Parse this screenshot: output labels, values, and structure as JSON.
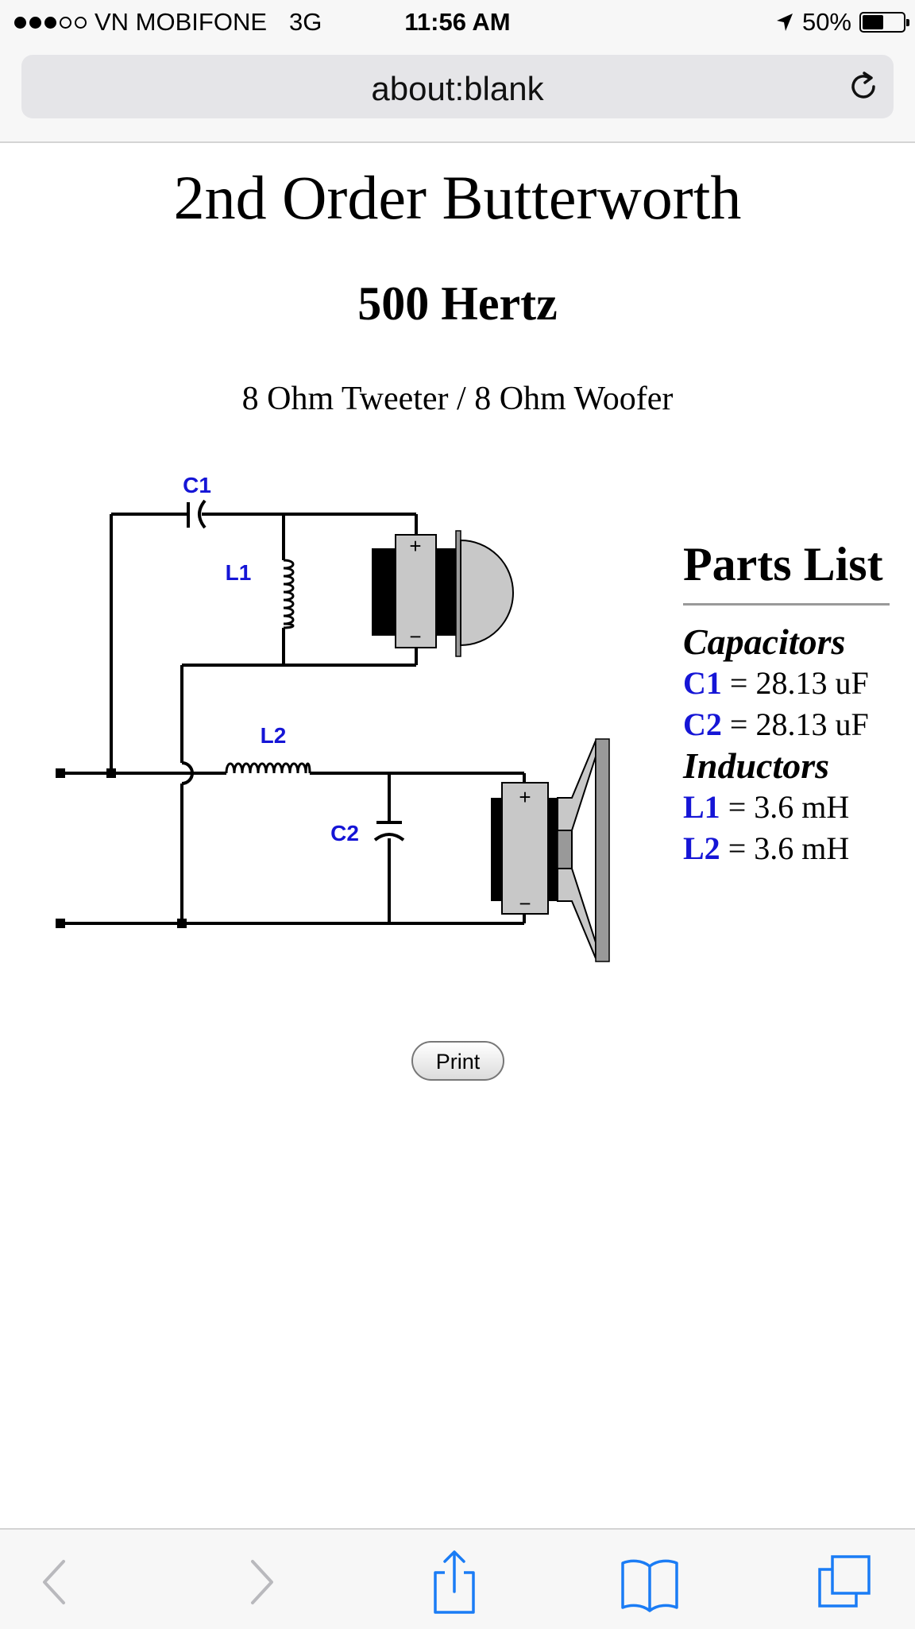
{
  "status_bar": {
    "carrier": "VN MOBIFONE",
    "network": "3G",
    "time": "11:56 AM",
    "battery_percent": "50%",
    "battery_level": 0.5,
    "signal_bars_filled": 3,
    "signal_bars_total": 5
  },
  "browser": {
    "url": "about:blank",
    "icons": {
      "reload": "reload-icon",
      "back": "back-icon",
      "forward": "forward-icon",
      "share": "share-icon",
      "bookmarks": "bookmarks-icon",
      "tabs": "tabs-icon"
    }
  },
  "page": {
    "title": "2nd Order Butterworth",
    "frequency": "500 Hertz",
    "impedance": "8 Ohm Tweeter / 8 Ohm Woofer",
    "schematic_labels": {
      "c1": "C1",
      "l1": "L1",
      "l2": "L2",
      "c2": "C2",
      "plus": "+",
      "minus": "−"
    },
    "parts_list": {
      "heading": "Parts List",
      "capacitors_label": "Capacitors",
      "capacitors": [
        {
          "ref": "C1",
          "value": "= 28.13 uF"
        },
        {
          "ref": "C2",
          "value": "= 28.13 uF"
        }
      ],
      "inductors_label": "Inductors",
      "inductors": [
        {
          "ref": "L1",
          "value": "= 3.6 mH"
        },
        {
          "ref": "L2",
          "value": "= 3.6 mH"
        }
      ]
    },
    "print_label": "Print"
  },
  "colors": {
    "label_blue": "#1515d6",
    "ios_blue": "#1a7cf5",
    "disabled_gray": "#b9b9bd"
  }
}
